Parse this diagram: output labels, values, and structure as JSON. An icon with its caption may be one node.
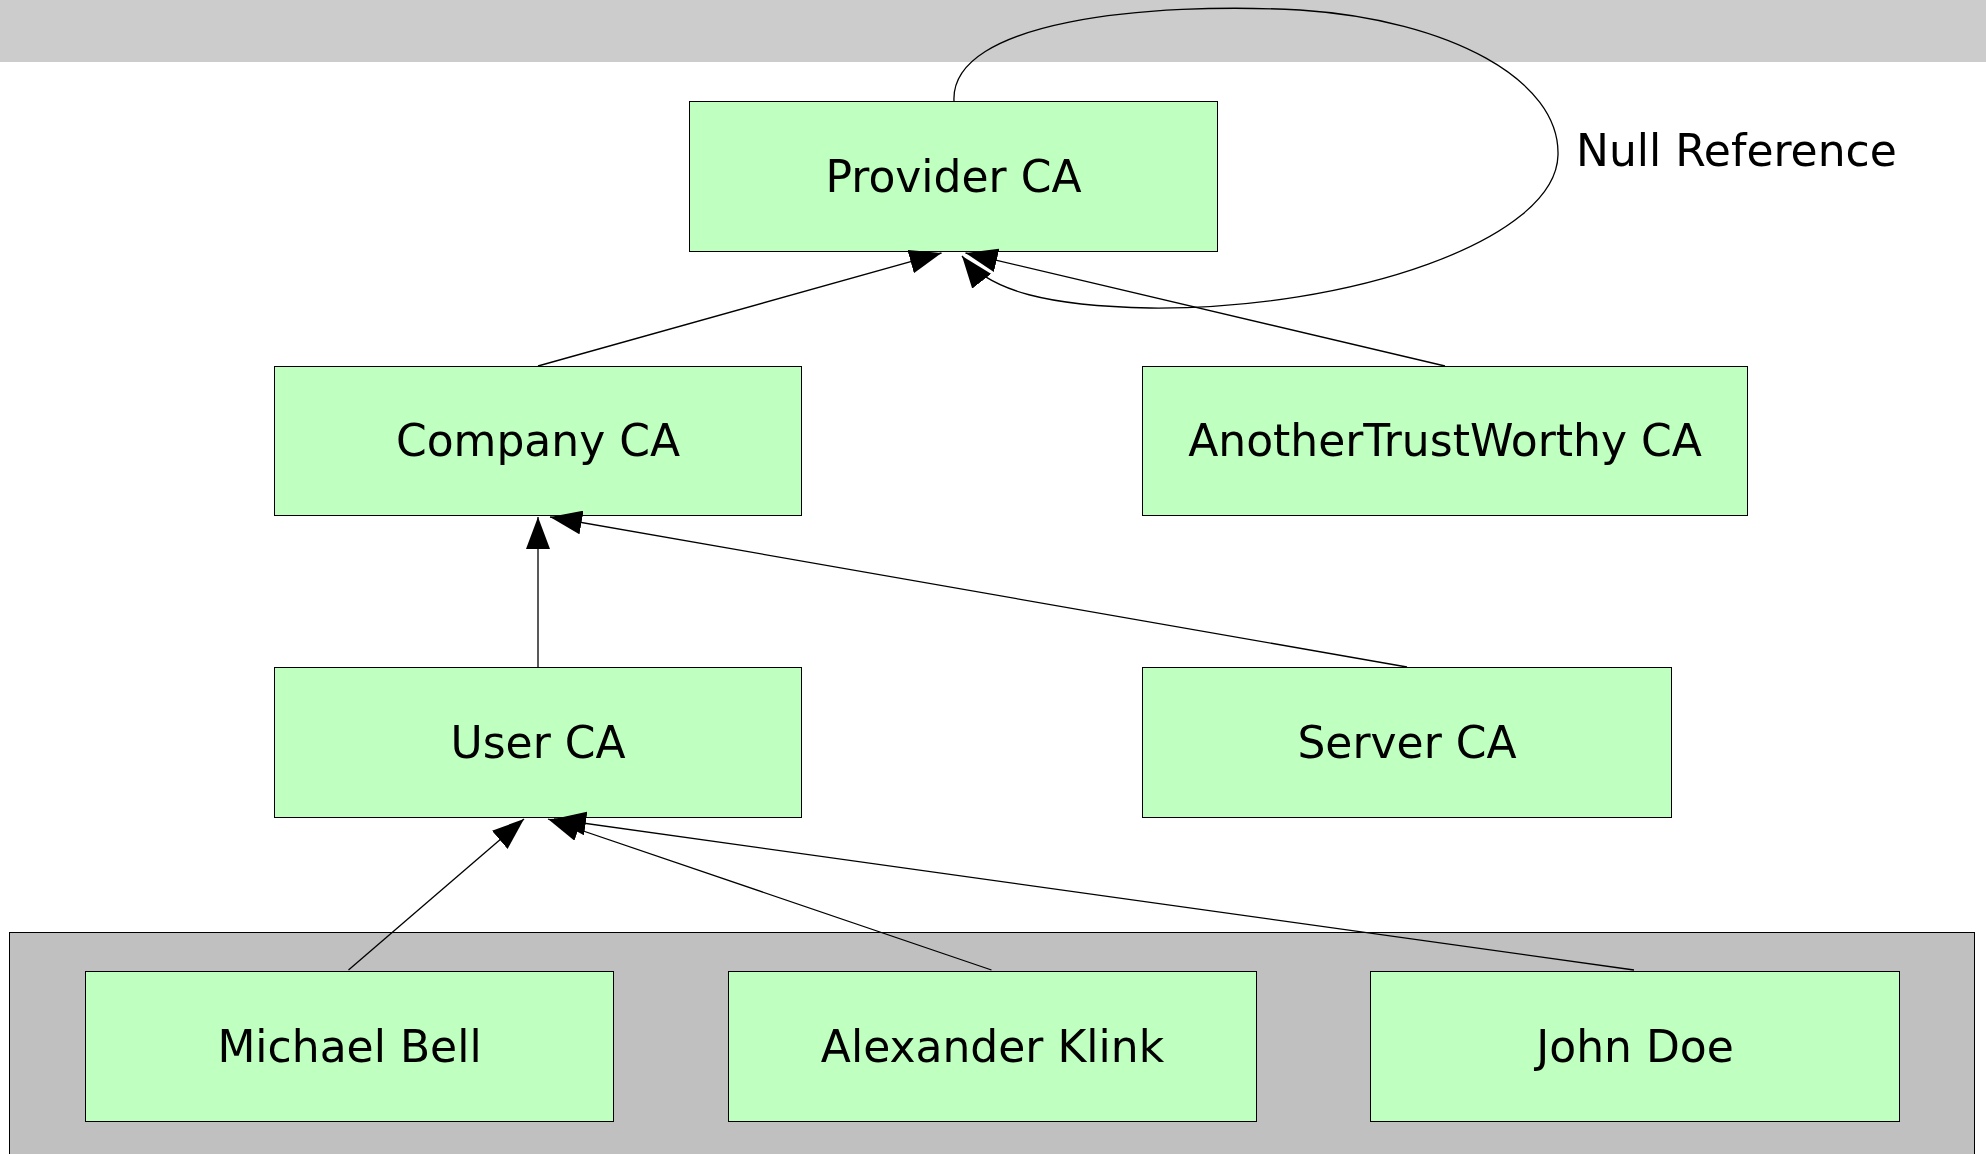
{
  "diagram": {
    "nodes": [
      {
        "text": [
          "Provider CA"
        ]
      },
      {
        "text": [
          "Company CA"
        ]
      },
      {
        "text": [
          "AnotherTrustWorthy CA"
        ]
      },
      {
        "text": [
          "User CA"
        ]
      },
      {
        "text": [
          "Server CA"
        ]
      },
      {
        "text": [],
        "shape": "box"
      },
      {
        "text": [
          "Michael Bell"
        ],
        "in": 5
      },
      {
        "text": [
          "Alexander Klink"
        ],
        "in": 5
      },
      {
        "text": [
          "John Doe"
        ],
        "in": 5
      }
    ],
    "edges": [
      {
        "from": 0,
        "to": 0,
        "arrow": "to",
        "label": "Null Reference"
      },
      {
        "from": 1,
        "to": 0,
        "arrow": "to"
      },
      {
        "from": 2,
        "to": 0,
        "arrow": "to"
      },
      {
        "from": 3,
        "to": 1,
        "arrow": "to"
      },
      {
        "from": 4,
        "to": 1,
        "arrow": "to"
      },
      {
        "from": 6,
        "to": 3,
        "arrow": "to"
      },
      {
        "from": 7,
        "to": 3,
        "arrow": "to"
      },
      {
        "from": 8,
        "to": 3,
        "arrow": "to"
      }
    ]
  }
}
